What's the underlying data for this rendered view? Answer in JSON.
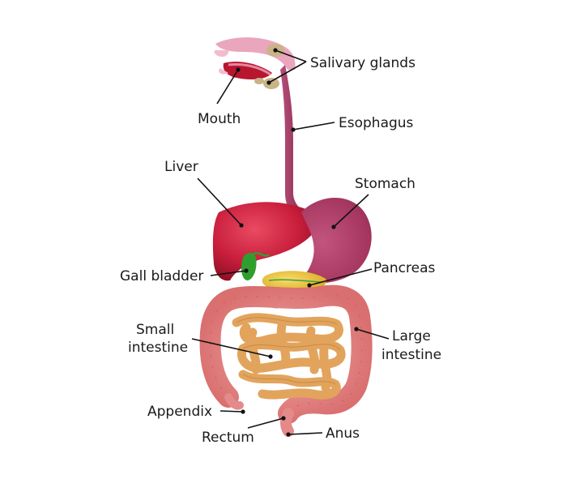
{
  "labels": {
    "salivary_glands": "Salivary glands",
    "mouth": "Mouth",
    "esophagus": "Esophagus",
    "liver": "Liver",
    "stomach": "Stomach",
    "gall_bladder": "Gall bladder",
    "pancreas": "Pancreas",
    "small_intestine": [
      "Small",
      "intestine"
    ],
    "large_intestine": [
      "Large",
      "intestine"
    ],
    "appendix": "Appendix",
    "rectum": "Rectum",
    "anus": "Anus"
  },
  "colors": {
    "mouth_pink": "#eaa6bd",
    "mouth_red": "#b8162f",
    "salivary": "#c9b487",
    "esophagus": "#a03a63",
    "liver": "#c81e3c",
    "stomach": "#a5365f",
    "gall_bladder": "#2f9e2f",
    "pancreas": "#f0c53a",
    "small_intestine": "#e2a45c",
    "large_intestine": "#e48a8a",
    "leader": "#111111",
    "text": "#1a1a1a"
  }
}
